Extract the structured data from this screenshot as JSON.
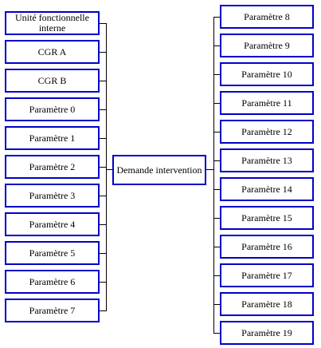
{
  "center": {
    "label": "Demande intervention"
  },
  "left_items": [
    "Unité fonctionnelle interne",
    "CGR A",
    "CGR B",
    "Paramètre 0",
    "Paramètre 1",
    "Paramètre 2",
    "Paramètre 3",
    "Paramètre 4",
    "Paramètre 5",
    "Paramètre 6",
    "Paramètre 7"
  ],
  "right_items": [
    "Paramètre 8",
    "Paramètre 9",
    "Paramètre 10",
    "Paramètre 11",
    "Paramètre 12",
    "Paramètre 13",
    "Paramètre 14",
    "Paramètre 15",
    "Paramètre 16",
    "Paramètre 17",
    "Paramètre 18",
    "Paramètre 19"
  ],
  "colors": {
    "box_border": "#0000c8",
    "connector": "#000000"
  }
}
